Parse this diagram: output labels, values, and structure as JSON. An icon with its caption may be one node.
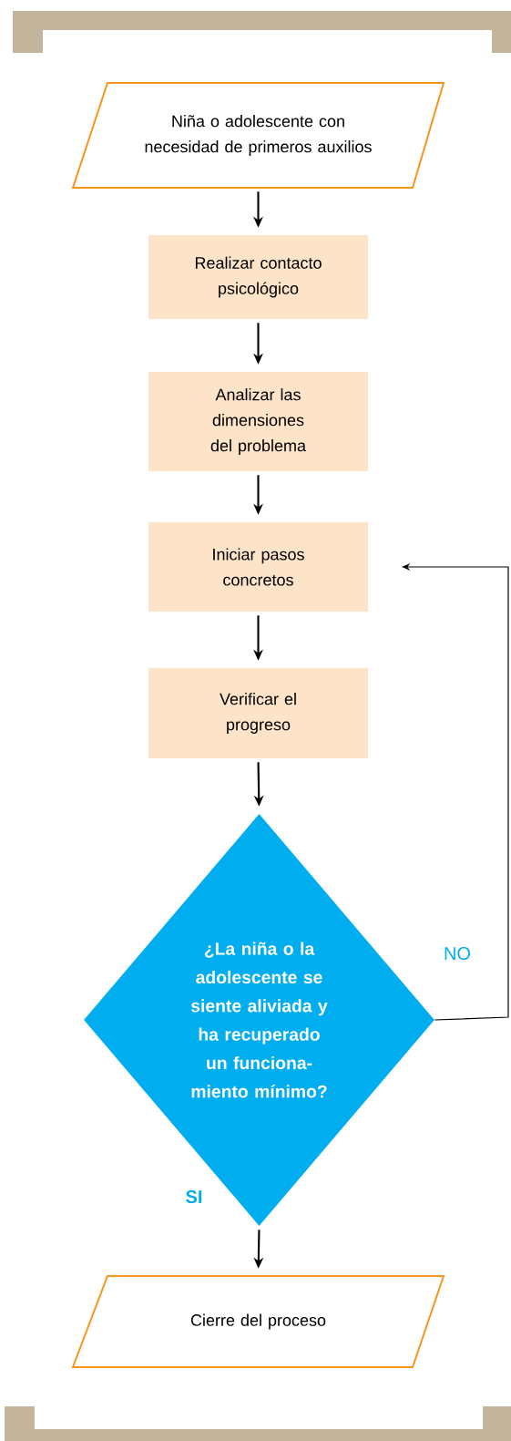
{
  "diagram": {
    "nodes": [
      {
        "text": [
          "Niña o adolescente con necesidad de primeros auxilios"
        ]
      },
      {
        "text": [
          "Realizar contacto psicológico"
        ]
      },
      {
        "text": [
          "Analizar las dimensiones del problema"
        ]
      },
      {
        "text": [
          "Iniciar pasos concretos"
        ]
      },
      {
        "text": [
          "Verificar el progreso"
        ]
      },
      {
        "text": [
          "¿La niña o la adolescente se siente aliviada y ha recuperado un funciona- miento mínimo?"
        ]
      },
      {
        "text": [
          "Cierre del proceso"
        ]
      }
    ],
    "edges": [
      {
        "from": 0,
        "to": 1,
        "arrow": "to"
      },
      {
        "from": 1,
        "to": 2,
        "arrow": "to"
      },
      {
        "from": 2,
        "to": 3,
        "arrow": "to"
      },
      {
        "from": 3,
        "to": 4,
        "arrow": "to"
      },
      {
        "from": 4,
        "to": 5,
        "arrow": "to"
      },
      {
        "from": 5,
        "to": 6,
        "arrow": "to",
        "label": "SI"
      },
      {
        "from": 5,
        "to": 3,
        "arrow": "to",
        "label": "NO"
      }
    ]
  }
}
